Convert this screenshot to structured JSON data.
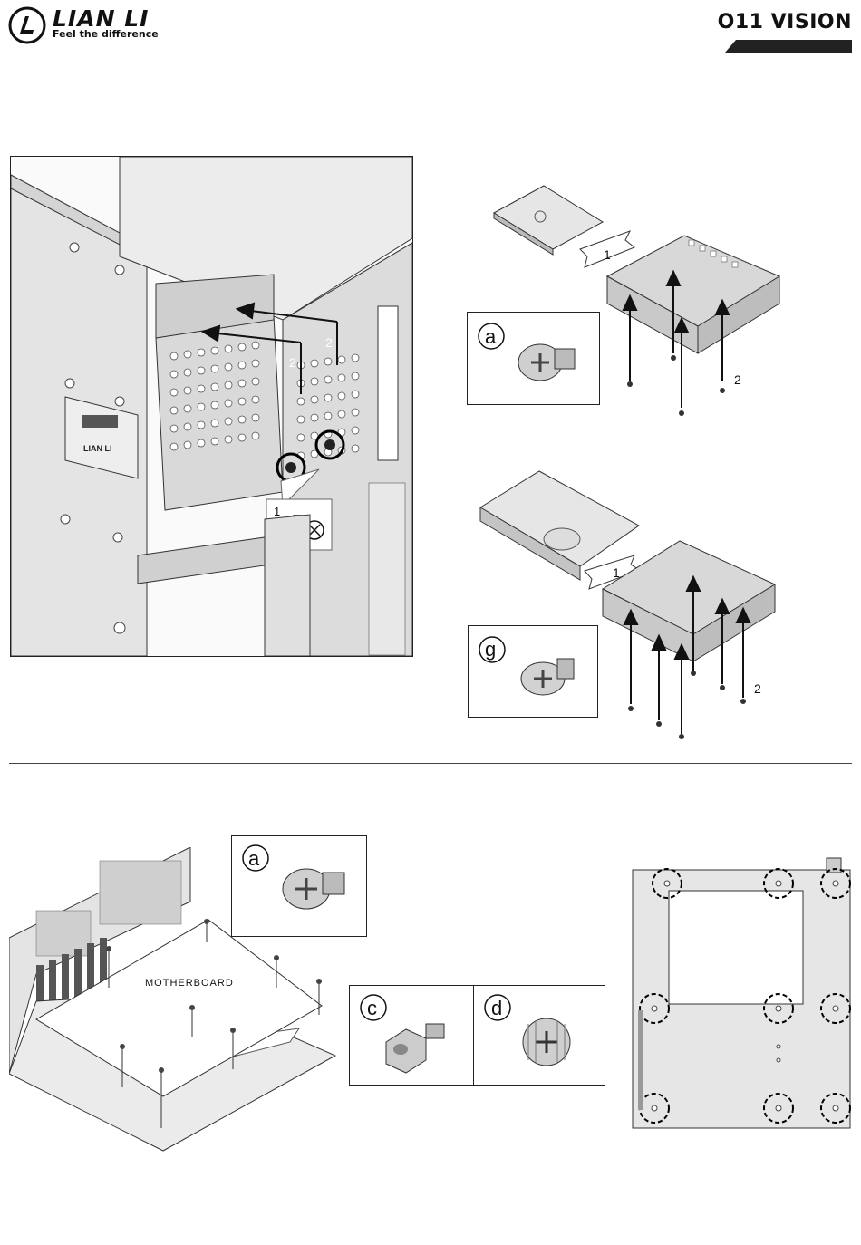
{
  "header": {
    "brand": "LIAN LI",
    "tagline": "Feel the difference",
    "model": "O11 VISION"
  },
  "step_left": {
    "arrow_2": "2",
    "arrow_2b": "2",
    "callout_1": "1",
    "plate_text": "LIAN LI"
  },
  "ssd_install": {
    "push_label": "1",
    "screw_label": "2",
    "part_letter": "a"
  },
  "hdd_install": {
    "push_label": "1",
    "screw_label": "2",
    "part_letter": "g"
  },
  "motherboard": {
    "board_label": "MOTHERBOARD",
    "part_a": "a",
    "part_c": "c",
    "part_d": "d"
  }
}
